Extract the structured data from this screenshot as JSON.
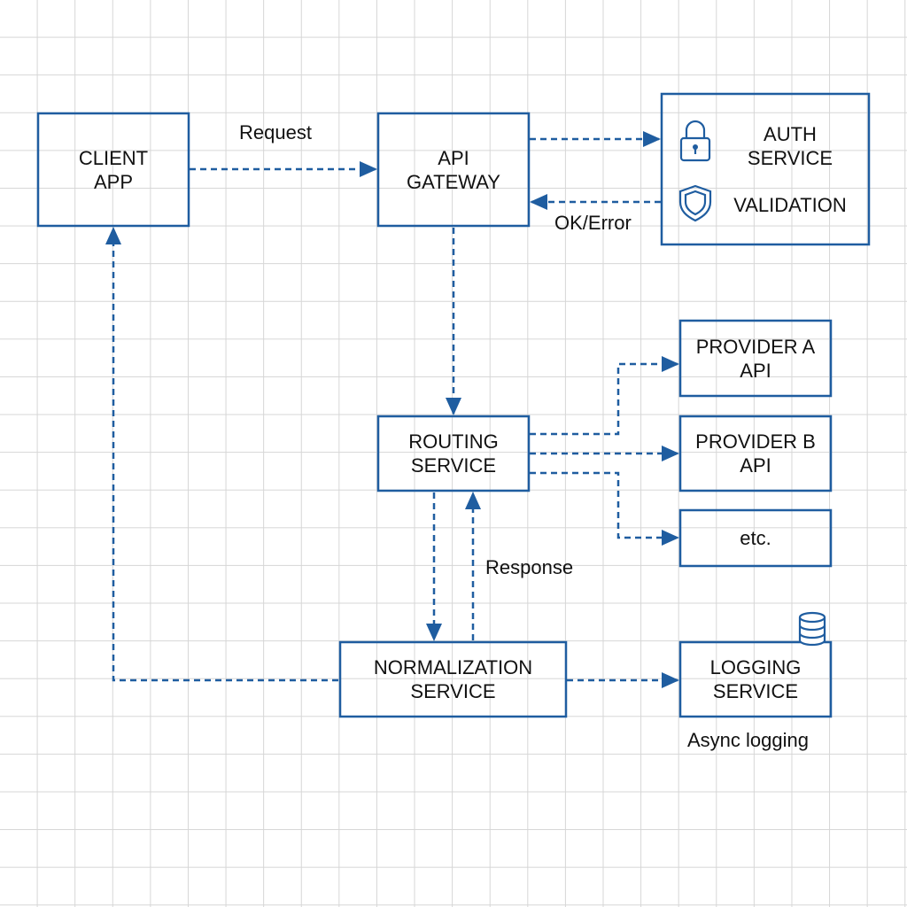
{
  "colors": {
    "primary": "#1f5da0",
    "text": "#111111",
    "grid": "#d6d6d6",
    "background": "#ffffff"
  },
  "nodes": {
    "client_app": {
      "line1": "CLIENT",
      "line2": "APP"
    },
    "api_gateway": {
      "line1": "API",
      "line2": "GATEWAY"
    },
    "auth_service": {
      "line1": "AUTH",
      "line2": "SERVICE",
      "validation": "VALIDATION",
      "icons": [
        "lock-icon",
        "shield-icon"
      ]
    },
    "routing_service": {
      "line1": "ROUTING",
      "line2": "SERVICE"
    },
    "provider_a": {
      "line1": "PROVIDER A",
      "line2": "API"
    },
    "provider_b": {
      "line1": "PROVIDER B",
      "line2": "API"
    },
    "etc": {
      "line1": "etc."
    },
    "normalization_service": {
      "line1": "NORMALIZATION",
      "line2": "SERVICE"
    },
    "logging_service": {
      "line1": "LOGGING",
      "line2": "SERVICE",
      "icon": "database-icon"
    }
  },
  "edge_labels": {
    "request": "Request",
    "ok_error": "OK/Error",
    "response": "Response",
    "async_logging": "Async logging"
  }
}
